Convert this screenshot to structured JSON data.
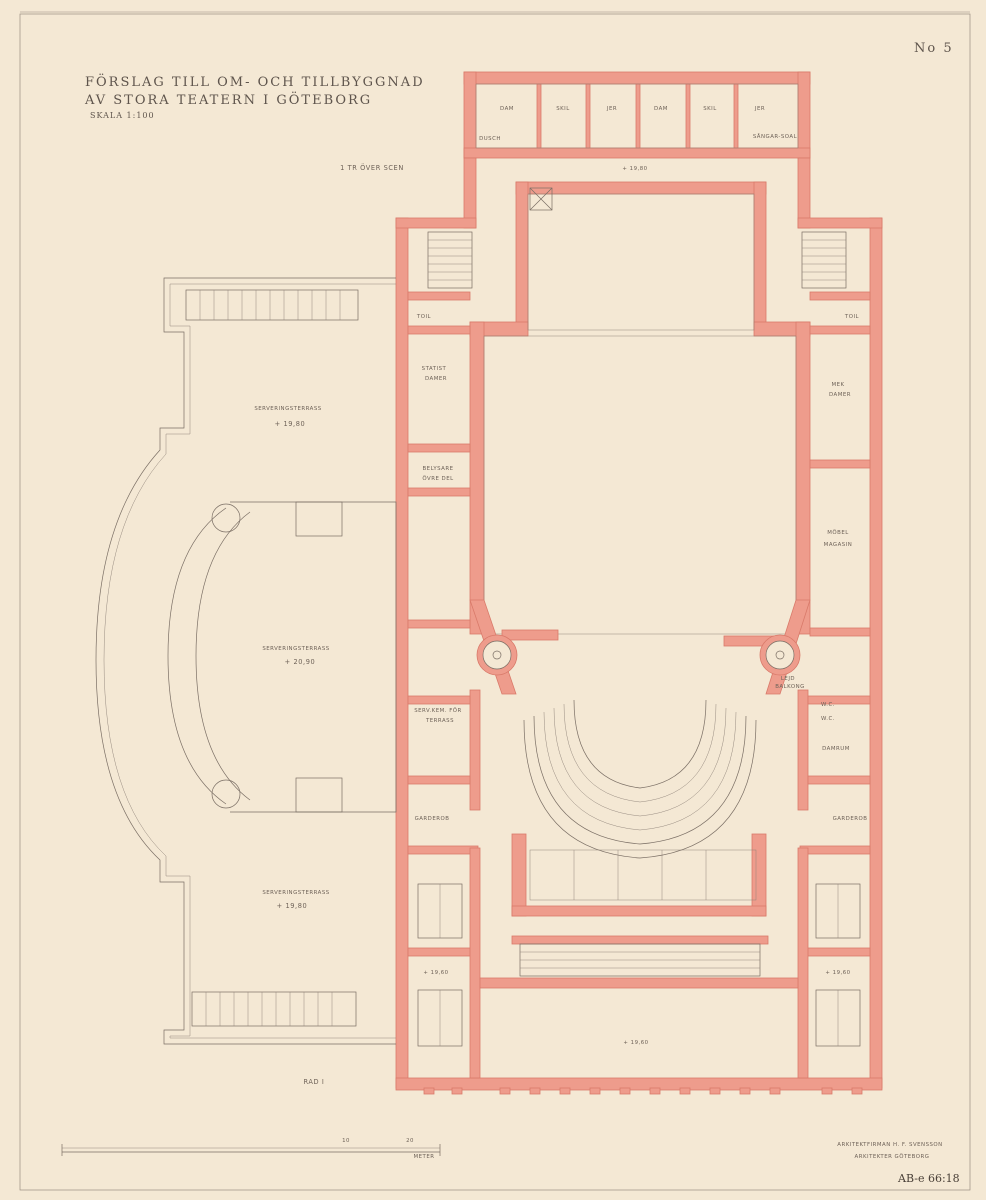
{
  "sheet": {
    "number": "No 5",
    "title_line1": "FÖRSLAG TILL OM- OCH TILLBYGGNAD",
    "title_line2": "AV STORA TEATERN I GÖTEBORG",
    "scale": "SKALA 1:100",
    "level_caption": "1 TR ÖVER SCEN",
    "floor_caption": "RAD I",
    "architect_line1": "ARKITEKTFIRMAN H. F. SVENSSON",
    "architect_line2": "ARKITEKTER GÖTEBORG",
    "archive_ref": "AB-e 66:18",
    "scale_bar_unit": "METER",
    "scale_bar_end": "20",
    "scale_bar_mid": "10"
  },
  "rooms": {
    "dam1": "DAM",
    "skil1": "SKIL",
    "sler1": "JER",
    "dam2": "DAM",
    "skil2": "SKIL",
    "sler2": "JER",
    "dusch": "DUSCH",
    "sangare": "SÅNGAR-SOAL",
    "level_top": "+ 19,80",
    "toil_left": "TOIL",
    "toil_right": "TOIL",
    "statist_1": "STATIST",
    "statist_2": "DAMER",
    "mek_1": "MEK",
    "mek_2": "DAMER",
    "belysare_1": "BELYSARE",
    "belysare_2": "ÖVRE DEL",
    "mobel_1": "MÖBEL",
    "mobel_2": "MAGASIN",
    "terrace_upper": "SERVERINGSTERRASS",
    "terrace_upper_level": "+ 19,80",
    "terrace_mid": "SERVERINGSTERRASS",
    "terrace_mid_level": "+ 20,90",
    "terrace_lower": "SERVERINGSTERRASS",
    "terrace_lower_level": "+ 19,80",
    "servkem_1": "SERV.KEM. FÖR",
    "servkem_2": "TERRASS",
    "lejd_1": "LEJD",
    "lejd_2": "BALKONG",
    "wc1": "W.C.",
    "wc2": "W.C.",
    "damrum": "DAMRUM",
    "garderob_left": "GARDEROB",
    "garderob_right": "GARDEROB",
    "level_left": "+ 19,60",
    "level_right": "+ 19,60",
    "level_foyer": "+ 19,60"
  },
  "colors": {
    "paper": "#f4e8d4",
    "wall_wash": "#ee9c8c",
    "pencil": "#7a6e64"
  }
}
